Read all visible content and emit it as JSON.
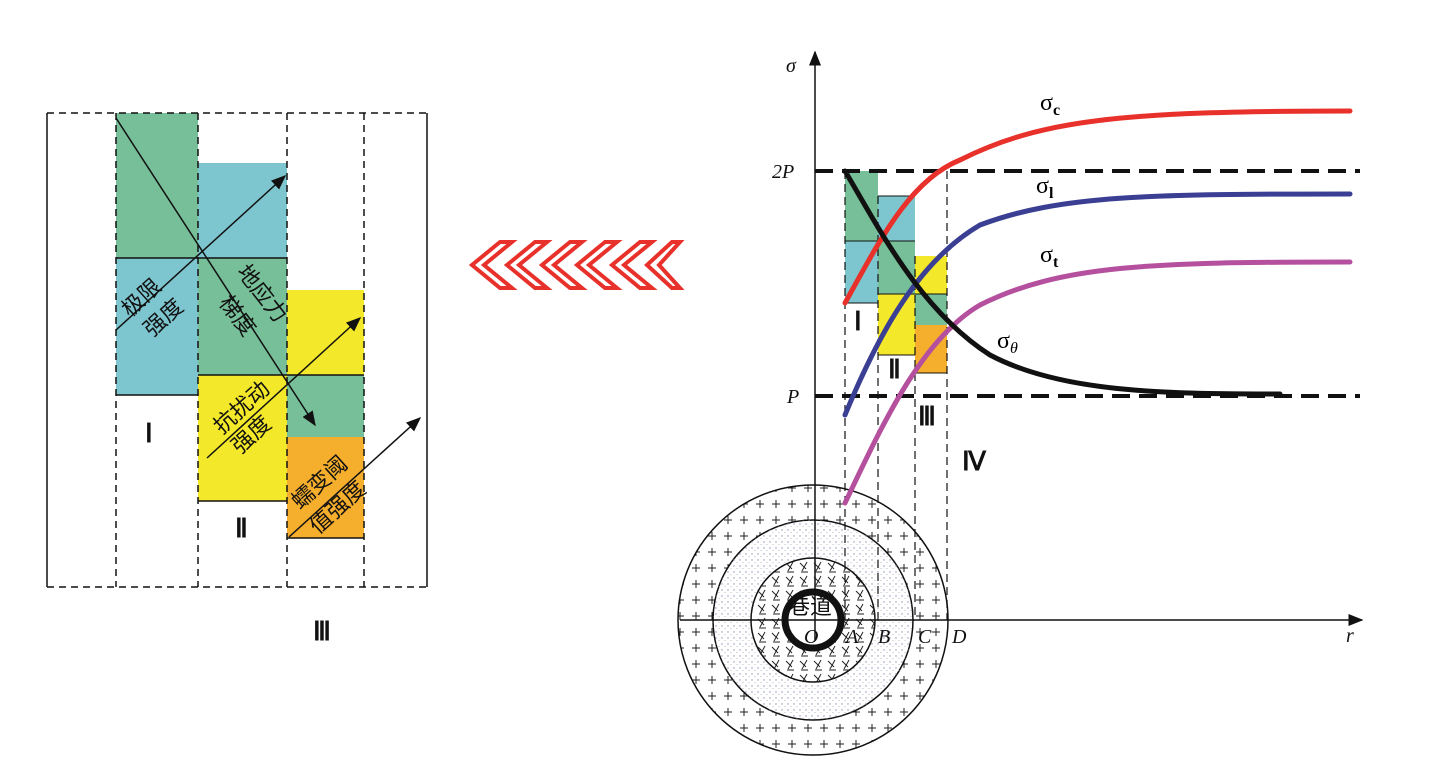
{
  "left_diagram": {
    "labels": {
      "ultimate_strength": [
        "极限",
        "强度"
      ],
      "stress_gradient": [
        "地应力",
        "梯度"
      ],
      "disturbance_resistance": [
        "抗扰动",
        "强度"
      ],
      "creep_threshold": [
        "蠕变阈",
        "值强度"
      ]
    },
    "zones": [
      "Ⅰ",
      "Ⅱ",
      "Ⅲ"
    ]
  },
  "right_diagram": {
    "axis_y": "σ",
    "axis_x": "r",
    "ticks_y": [
      "2P",
      "P"
    ],
    "points": [
      "O",
      "A",
      "B",
      "C",
      "D"
    ],
    "tunnel_label": "巷道",
    "zones": [
      "Ⅰ",
      "Ⅱ",
      "Ⅲ",
      "Ⅳ"
    ],
    "curves": [
      {
        "name": "σ",
        "sub": "c",
        "color": "#e8312a"
      },
      {
        "name": "σ",
        "sub": "l",
        "color": "#3b3f94"
      },
      {
        "name": "σ",
        "sub": "t",
        "color": "#b4509e"
      },
      {
        "name": "σ",
        "sub": "θ",
        "color": "#111111"
      }
    ]
  },
  "colors": {
    "green": "#76bf98",
    "blue": "#7ec6cf",
    "yellow": "#f4e82a",
    "orange": "#f6ae2d",
    "arrow": "#e8312a"
  }
}
